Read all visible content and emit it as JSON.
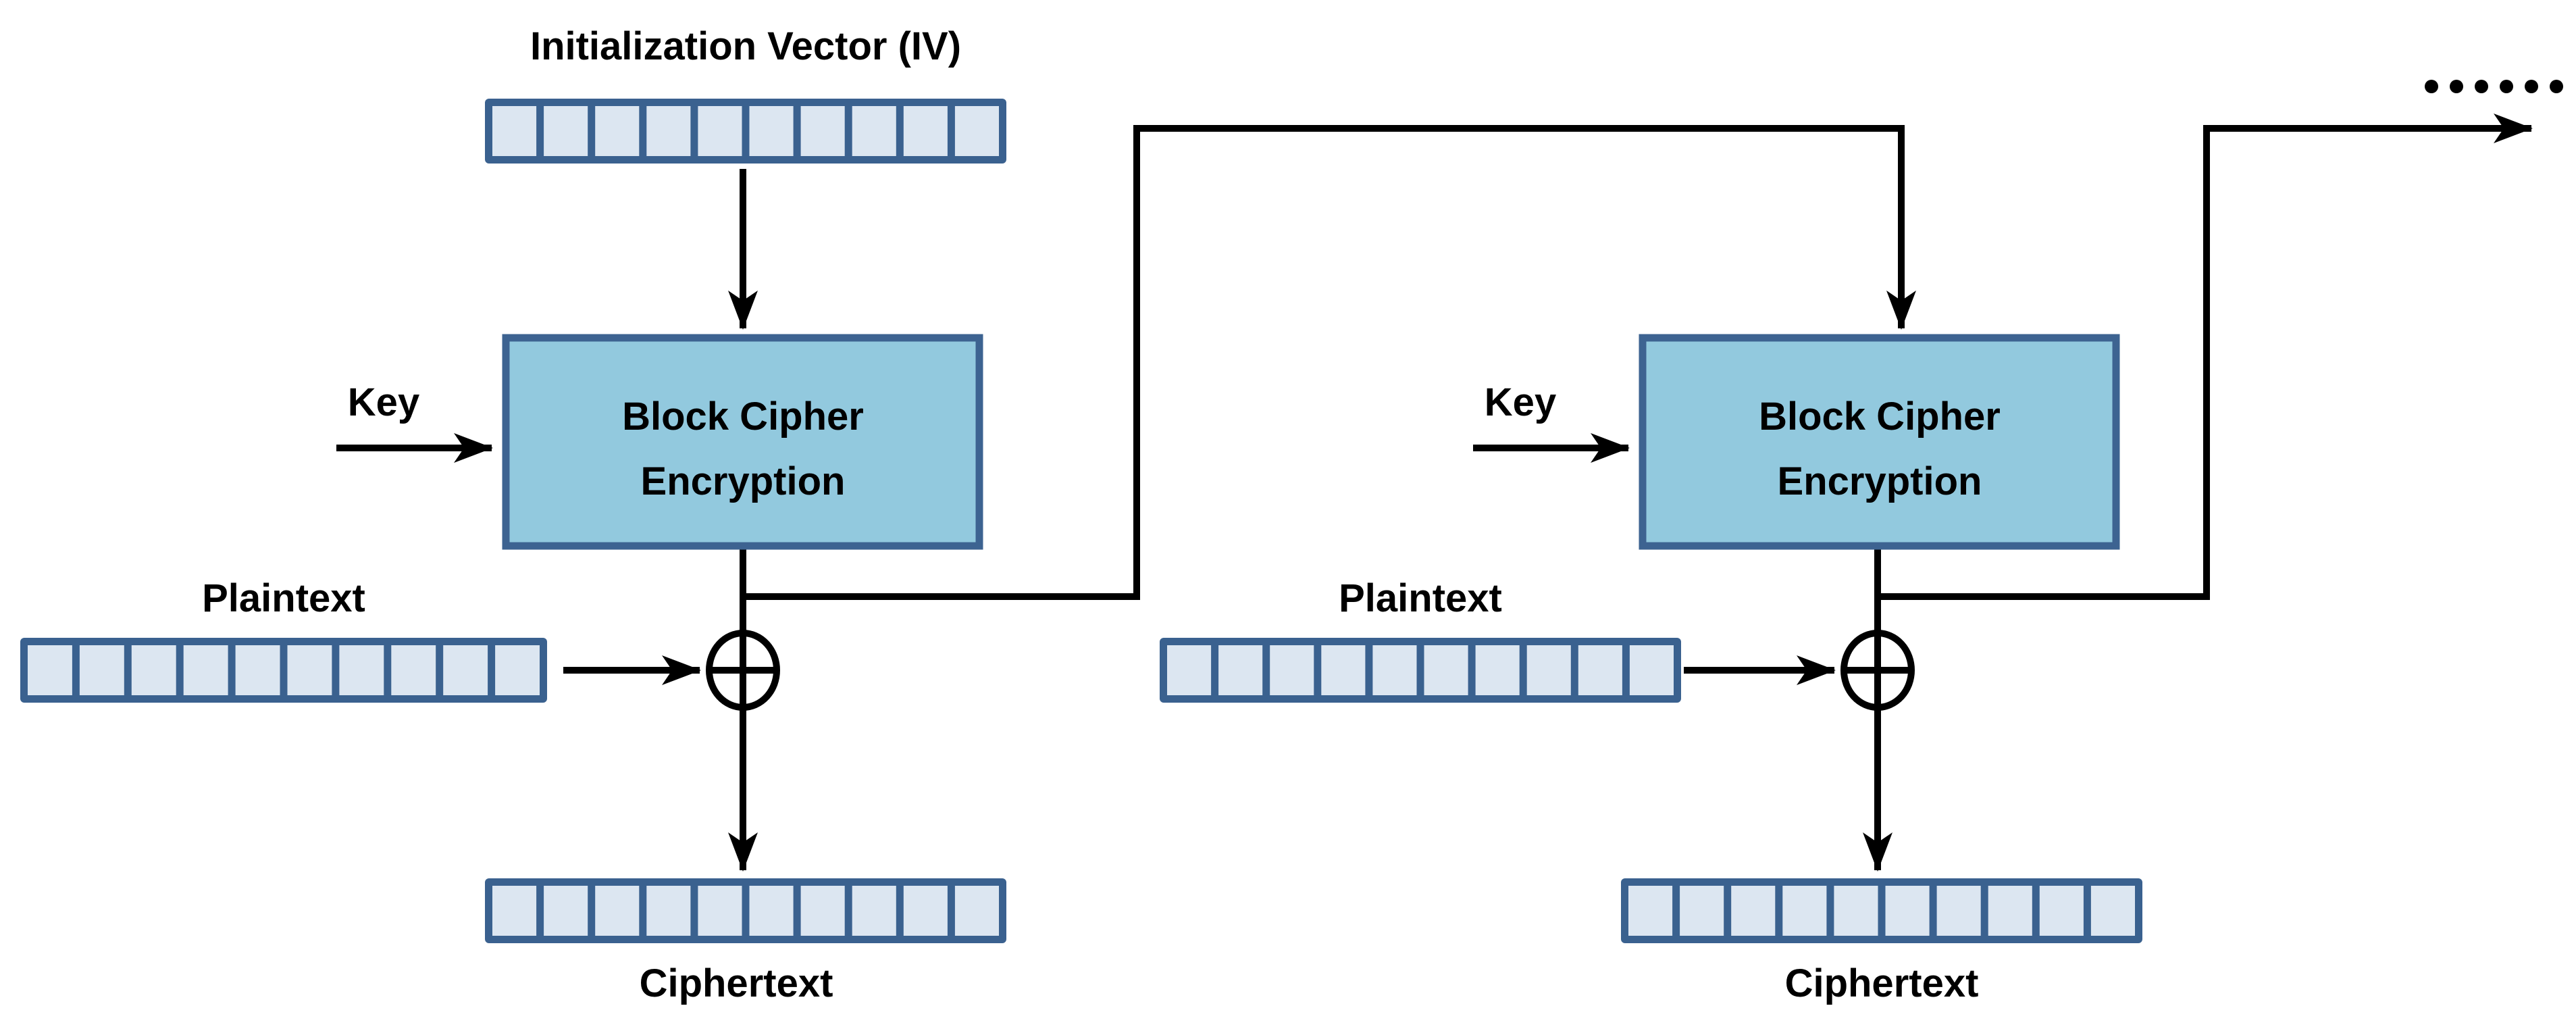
{
  "diagram": {
    "iv_label": "Initialization Vector (IV)",
    "dots_count": 6,
    "stages": [
      {
        "key_label": "Key",
        "box_line1": "Block Cipher",
        "box_line2": "Encryption",
        "plaintext_label": "Plaintext",
        "ciphertext_label": "Ciphertext"
      },
      {
        "key_label": "Key",
        "box_line1": "Block Cipher",
        "box_line2": "Encryption",
        "plaintext_label": "Plaintext",
        "ciphertext_label": "Ciphertext"
      }
    ]
  },
  "registers": {
    "cell_count": 10
  },
  "colors": {
    "box_fill": "#92C9DE",
    "box_border": "#3D6391",
    "cell_fill": "#DCE6F1",
    "register_border": "#3A618F",
    "line": "#000000",
    "text": "#000000",
    "background": "#FFFFFF"
  }
}
